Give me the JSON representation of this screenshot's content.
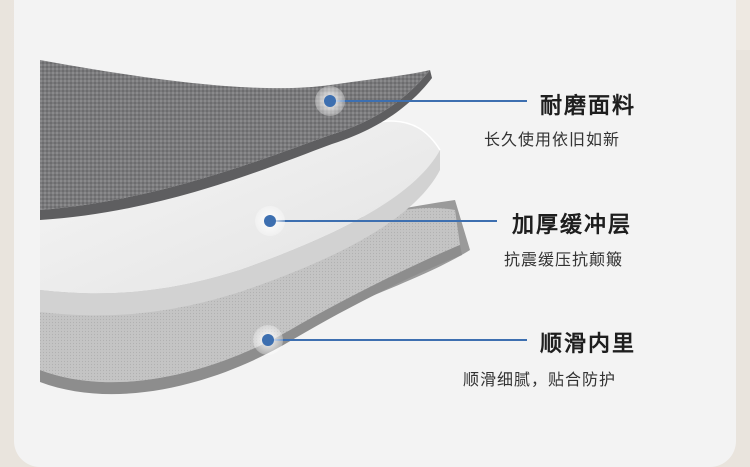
{
  "features": [
    {
      "title": "耐磨面料",
      "subtitle": "长久使用依旧如新"
    },
    {
      "title": "加厚缓冲层",
      "subtitle": "抗震缓压抗颠簸"
    },
    {
      "title": "顺滑内里",
      "subtitle": "顺滑细腻，贴合防护"
    }
  ],
  "colors": {
    "accent_line": "#3d6fb0",
    "fabric": "#7b7b7d",
    "foam": "#ececec",
    "lining": "#bdbdbd"
  }
}
